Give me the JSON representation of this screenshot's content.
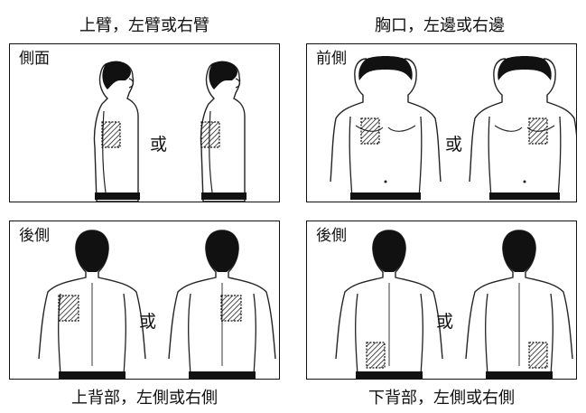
{
  "captions": {
    "top_left": "上臂，左臂或右臂",
    "top_right": "胸口，左邊或右邊",
    "bottom_left": "上背部，左側或右側",
    "bottom_right": "下背部，左側或右側"
  },
  "panels": {
    "side": {
      "label": "側面",
      "or": "或"
    },
    "front": {
      "label": "前側",
      "or": "或"
    },
    "back_upper": {
      "label": "後側",
      "or": "或"
    },
    "back_lower": {
      "label": "後側",
      "or": "或"
    }
  }
}
